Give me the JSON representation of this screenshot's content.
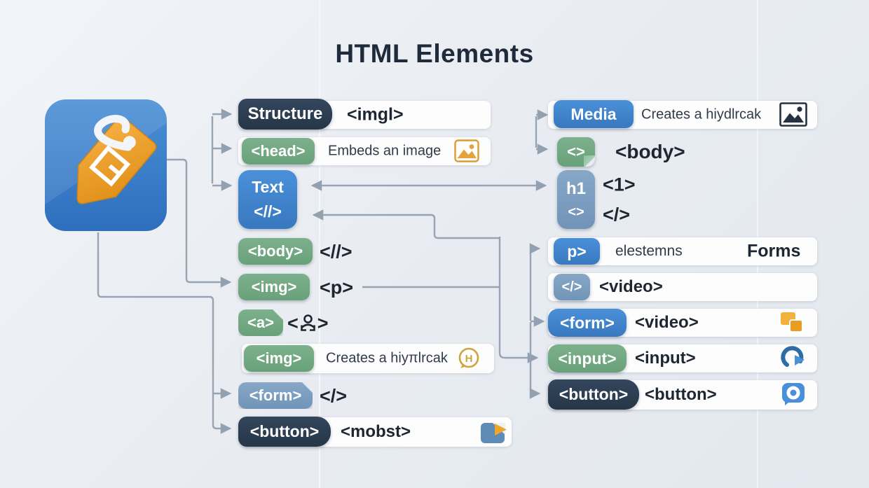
{
  "title": "HTML Elements",
  "colors": {
    "background": "#e9edf2",
    "dark_badge": "#2b3b4f",
    "green_badge": "#74ab85",
    "blue_badge": "#3f85cf",
    "bluegray_badge": "#7fa3c7",
    "connector_line": "#98a4b3",
    "accent_orange": "#eda72f",
    "white_row": "#fdfdfe"
  },
  "logo": {
    "name": "html-tag-logo"
  },
  "middle": {
    "rows": [
      {
        "badge": "Structure",
        "text": "<imgl>"
      },
      {
        "badge": "<head>",
        "text": "Embeds an image",
        "icon": "image-icon-orange"
      },
      {
        "badge_line1": "Text",
        "badge_line2": "<//>"
      },
      {
        "badge": "<body>",
        "text": "<//>"
      },
      {
        "badge": "<img>",
        "text": "<p>"
      },
      {
        "badge": "<a>",
        "text_pre": "<",
        "text_post": ">",
        "icon": "person-glyph"
      },
      {
        "badge": "<img>",
        "text": "Creates a hiyπlrcak",
        "icon": "h-bubble-icon",
        "icon_letter": "H"
      },
      {
        "badge": "<form>",
        "text": "</>"
      },
      {
        "badge": "<button>",
        "text": "<mobst>",
        "icon": "export-icon-blue"
      }
    ]
  },
  "right": {
    "rows": [
      {
        "badge": "Media",
        "text": "Creates a hiydlrcak",
        "icon": "image-icon-dark"
      },
      {
        "badge": "<>",
        "text": "<body>"
      },
      {
        "badge_line1": "h1",
        "badge_line2": "<>",
        "text_line1": "<1>",
        "text_line2": "</>"
      },
      {
        "badge": "p>",
        "text": "elestemns",
        "label": "Forms"
      },
      {
        "badge": "</>",
        "text": "<video>"
      },
      {
        "badge": "<form>",
        "text": "<video>",
        "icon": "copy-icon-orange"
      },
      {
        "badge": "<input>",
        "text": "<input>",
        "icon": "arrow-icon-blue"
      },
      {
        "badge": "<button>",
        "text": "<button>",
        "icon": "circle-icon-blue"
      }
    ]
  }
}
